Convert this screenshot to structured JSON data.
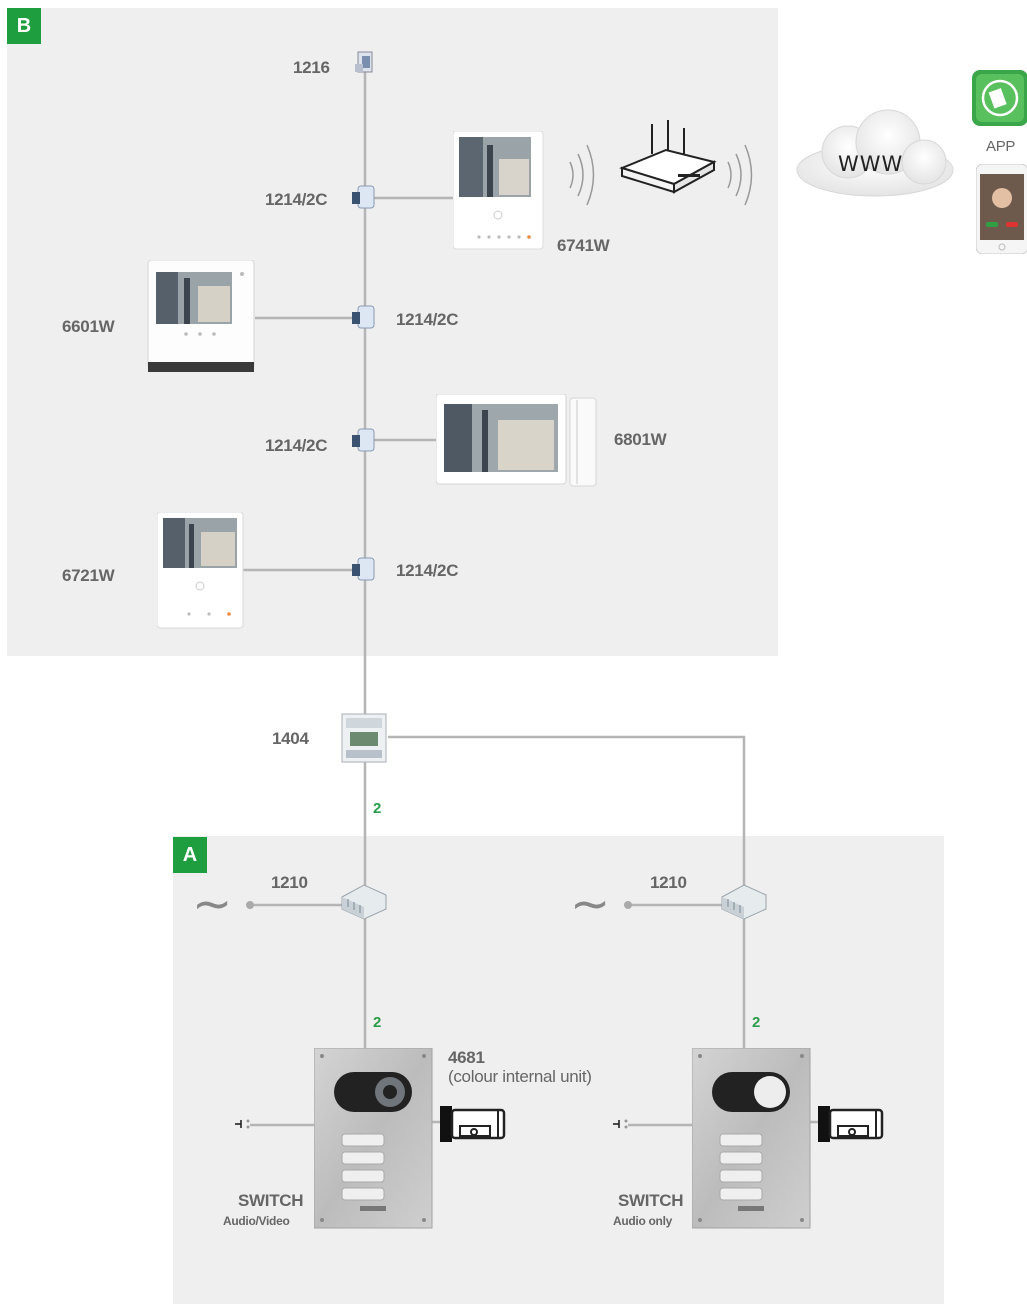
{
  "zones": {
    "b_label": "B",
    "a_label": "A"
  },
  "labels": {
    "sw1216": "1216",
    "tap1": "1214/2C",
    "tap2": "1214/2C",
    "tap3": "1214/2C",
    "tap4": "1214/2C",
    "mon_6741w": "6741W",
    "mon_6601w": "6601W",
    "mon_6801w": "6801W",
    "mon_6721w": "6721W",
    "www": "WWW",
    "app": "APP",
    "power_supply": "1404",
    "wire_top": "2",
    "wire_left": "2",
    "wire_right": "2",
    "module_left": "1210",
    "module_right": "1210",
    "unit_code": "4681",
    "unit_desc": "(colour internal unit)",
    "panel_left_title": "SWITCH",
    "panel_left_sub": "Audio/Video",
    "panel_right_title": "SWITCH",
    "panel_right_sub": "Audio only",
    "ac_symbol_left": "~",
    "ac_symbol_right": "~"
  },
  "colors": {
    "zone_bg": "#efefef",
    "badge_green": "#1e9e3e",
    "wire_gray": "#b5b5b5",
    "label_green": "#2a9d4a"
  }
}
